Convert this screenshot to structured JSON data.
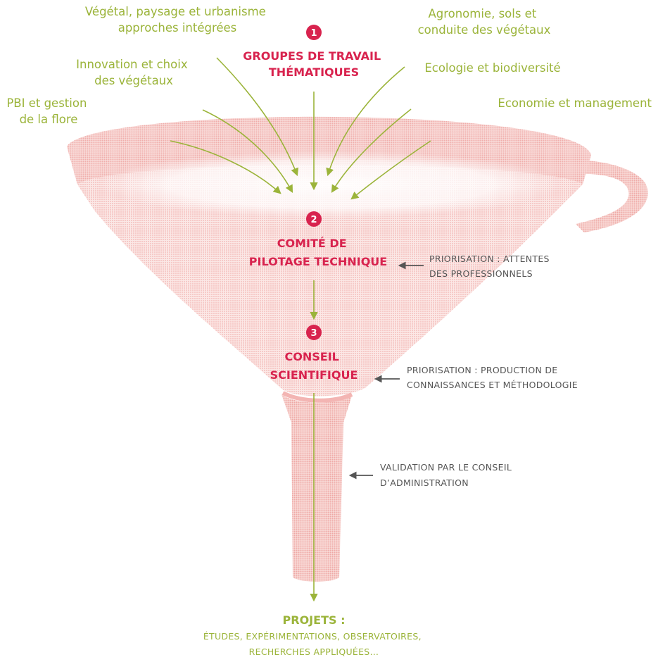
{
  "colors": {
    "green": "#9bb43a",
    "step_red": "#d8234e",
    "funnel_pink": "#f6c4c1",
    "gray": "#555555"
  },
  "sources": [
    {
      "line1": "Végétal, paysage et urbanisme",
      "line2": "approches intégrées"
    },
    {
      "line1": "Agronomie, sols et",
      "line2": "conduite des végétaux"
    },
    {
      "line1": "Innovation et choix",
      "line2": "des végétaux"
    },
    {
      "line1": "Ecologie et biodiversité",
      "line2": ""
    },
    {
      "line1": "PBI et gestion",
      "line2": "de la flore"
    },
    {
      "line1": "Economie et management",
      "line2": ""
    }
  ],
  "steps": [
    {
      "number": "1",
      "line1": "GROUPES DE TRAVAIL",
      "line2": "THÉMATIQUES"
    },
    {
      "number": "2",
      "line1": "COMITÉ DE",
      "line2": "PILOTAGE TECHNIQUE"
    },
    {
      "number": "3",
      "line1": "CONSEIL",
      "line2": "SCIENTIFIQUE"
    }
  ],
  "annotations": [
    {
      "line1": "PRIORISATION : ATTENTES",
      "line2": "DES PROFESSIONNELS"
    },
    {
      "line1": "PRIORISATION : PRODUCTION DE",
      "line2": "CONNAISSANCES ET MÉTHODOLOGIE"
    },
    {
      "line1": "VALIDATION PAR LE CONSEIL",
      "line2": "D’ADMINISTRATION"
    }
  ],
  "output": {
    "title": "PROJETS :",
    "line1": "ÉTUDES, EXPÉRIMENTATIONS, OBSERVATOIRES,",
    "line2": "RECHERCHES APPLIQUÉES…"
  }
}
